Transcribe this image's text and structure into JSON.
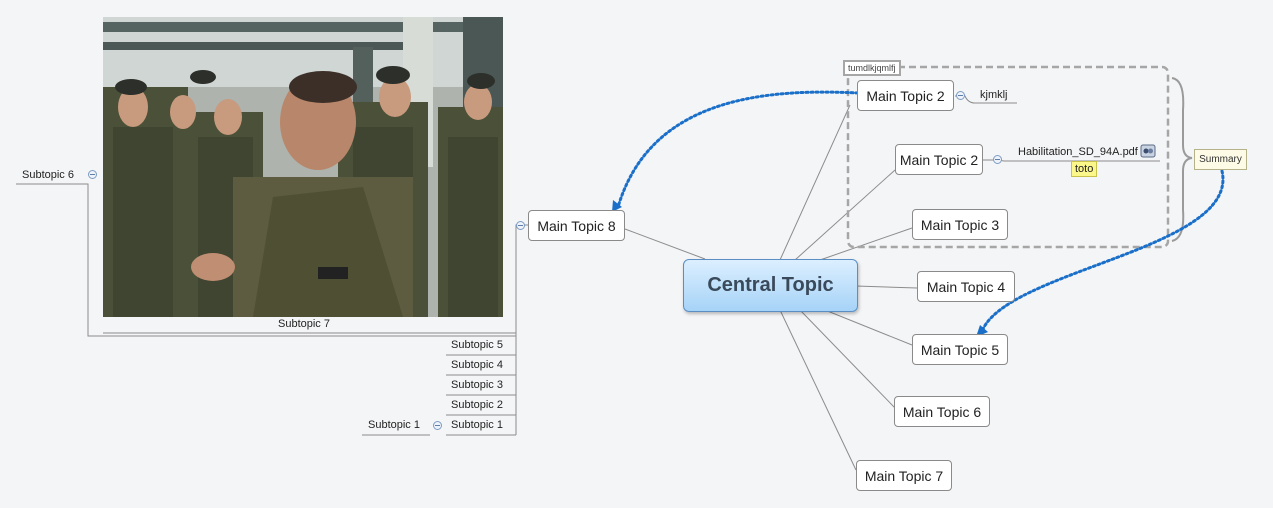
{
  "central": {
    "label": "Central Topic"
  },
  "main_topics": [
    {
      "id": "mt2a",
      "label": "Main Topic 2"
    },
    {
      "id": "mt2b",
      "label": "Main Topic 2"
    },
    {
      "id": "mt3",
      "label": "Main Topic 3"
    },
    {
      "id": "mt4",
      "label": "Main Topic 4"
    },
    {
      "id": "mt5",
      "label": "Main Topic 5"
    },
    {
      "id": "mt6",
      "label": "Main Topic 6"
    },
    {
      "id": "mt7",
      "label": "Main Topic 7"
    },
    {
      "id": "mt8",
      "label": "Main Topic 8"
    }
  ],
  "subtopics_left": {
    "s1": "Subtopic 1",
    "s2": "Subtopic 2",
    "s3": "Subtopic 3",
    "s4": "Subtopic 4",
    "s5": "Subtopic 5",
    "s6": "Subtopic 6",
    "s7": "Subtopic 7",
    "s1_child": "Subtopic 1"
  },
  "right_details": {
    "kjmklj": "kjmklj",
    "attachment": "Habilitation_SD_94A.pdf",
    "note": "toto"
  },
  "boundary": {
    "label": "tumdlkjqmlfj"
  },
  "summary": {
    "label": "Summary"
  },
  "icons": {
    "collapse": "collapse-toggle-icon",
    "attachment": "attachment-icon",
    "photo": "photo-image"
  },
  "colors": {
    "relationship": "#1a6fc9",
    "central_fill": "#bfe0fb",
    "boundary": "#a6a6a6",
    "note": "#fbf78a"
  }
}
